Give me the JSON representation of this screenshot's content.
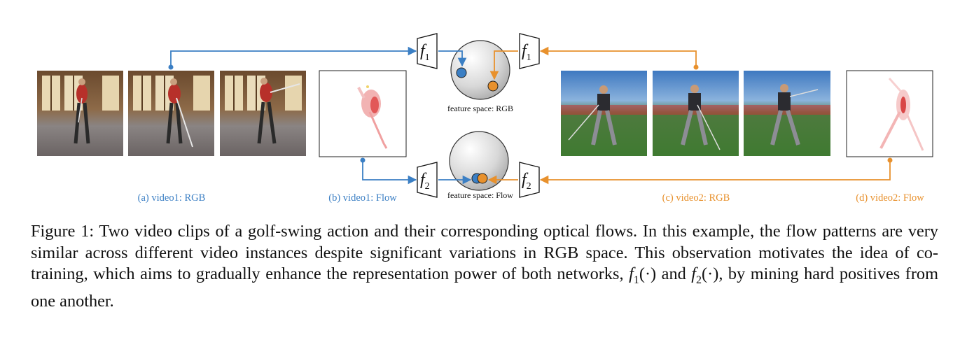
{
  "figure": {
    "panels": {
      "a": {
        "label": "(a) video1: RGB",
        "color": "#3b7fc4"
      },
      "b": {
        "label": "(b) video1: Flow",
        "color": "#3b7fc4"
      },
      "c": {
        "label": "(c) video2: RGB",
        "color": "#e8912d"
      },
      "d": {
        "label": "(d) video2: Flow",
        "color": "#e8912d"
      }
    },
    "networks": {
      "f1": {
        "symbol": "f",
        "sub": "1"
      },
      "f2": {
        "symbol": "f",
        "sub": "2"
      }
    },
    "feature_spaces": {
      "rgb": {
        "label": "feature space: RGB"
      },
      "flow": {
        "label": "feature space: Flow"
      }
    },
    "colors": {
      "video1": "#3b7fc4",
      "video2": "#e8912d"
    }
  },
  "caption": {
    "prefix": "Figure 1: Two video clips of a golf-swing action and their corresponding optical flows. In this example, the flow patterns are very similar across different video instances despite significant variations in RGB space. This observation motivates the idea of co-training, which aims to gradually enhance the representation power of both networks, ",
    "f1": "f",
    "f1_sub": "1",
    "f1_arg": "(·)",
    "and": " and ",
    "f2": "f",
    "f2_sub": "2",
    "f2_arg": "(·)",
    "suffix": ", by mining hard positives from one another."
  }
}
